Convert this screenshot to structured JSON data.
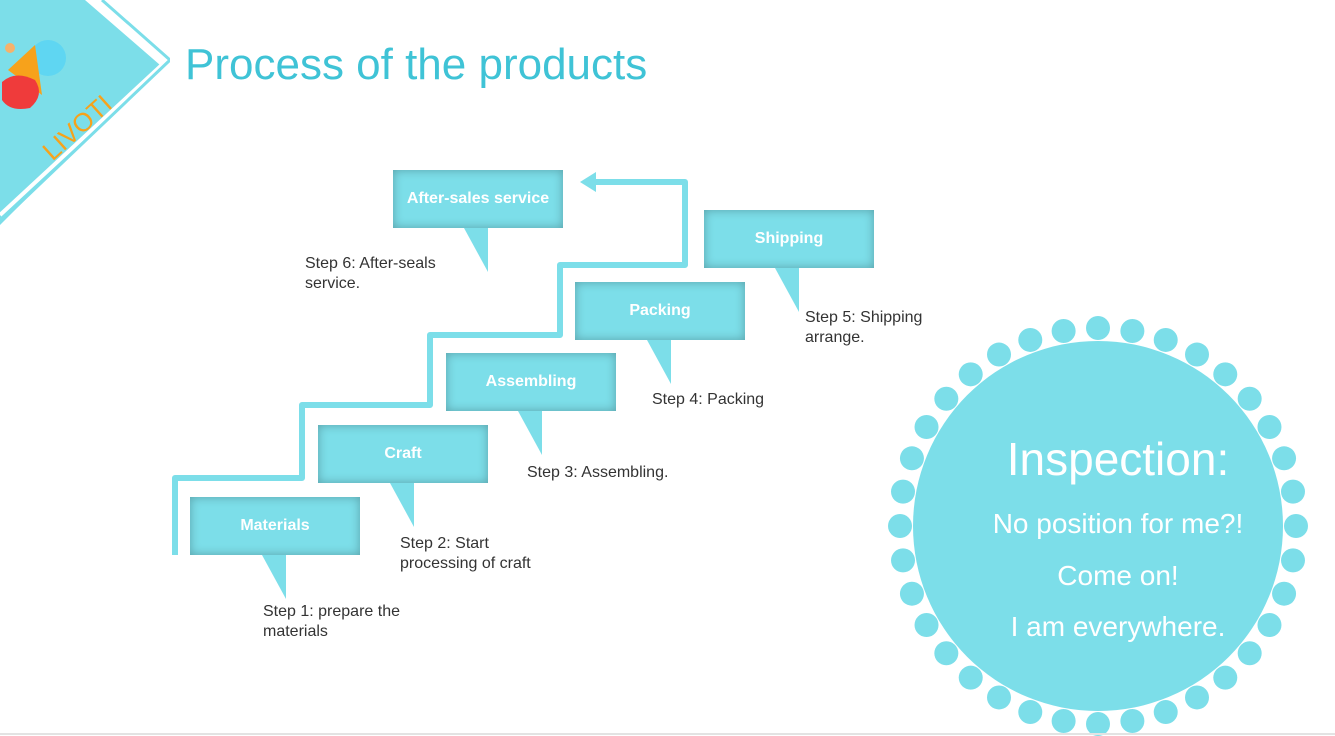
{
  "logo": {
    "brand": "LIVOTI",
    "accent_color": "#7cdee9"
  },
  "title": "Process of the products",
  "steps": [
    {
      "box": "Materials",
      "desc1": "Step 1: prepare the",
      "desc2": "materials"
    },
    {
      "box": "Craft",
      "desc1": "Step 2: Start",
      "desc2": "processing of craft"
    },
    {
      "box": "Assembling",
      "desc1": "Step 3: Assembling.",
      "desc2": ""
    },
    {
      "box": "Packing",
      "desc1": "Step 4: Packing",
      "desc2": ""
    },
    {
      "box": "Shipping",
      "desc1": "Step 5: Shipping",
      "desc2": "arrange."
    },
    {
      "box": "After-sales service",
      "desc1": "Step 6: After-seals",
      "desc2": "service."
    }
  ],
  "inspection": {
    "heading": "Inspection:",
    "line1": "No position for me?!",
    "line2": "Come on!",
    "line3": "I am everywhere."
  },
  "colors": {
    "title": "#3fc3d6",
    "box": "#7cdee9",
    "path": "#7cdee9",
    "gear": "#7cdee9",
    "text": "#333333"
  }
}
